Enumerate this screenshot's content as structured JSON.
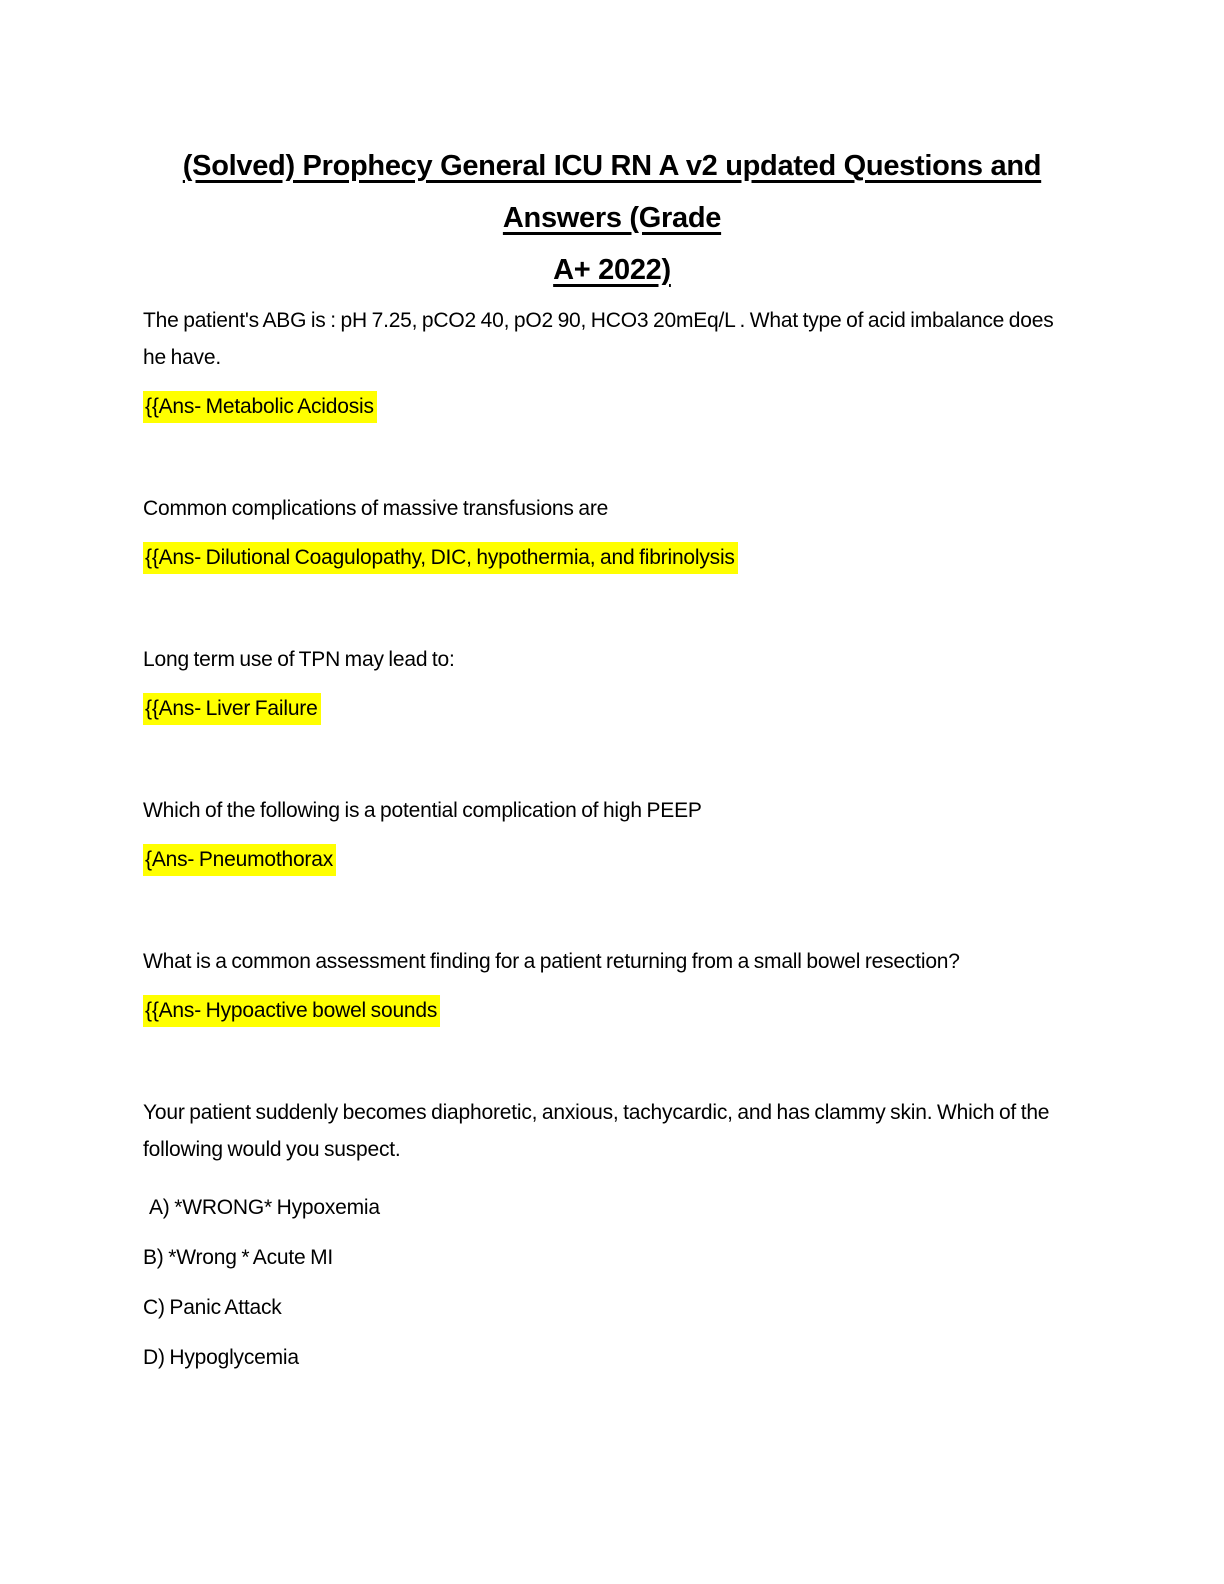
{
  "title_lines": [
    "(Solved) Prophecy General ICU RN A v2 updated Questions and Answers (Grade",
    "A+ 2022)"
  ],
  "colors": {
    "highlight": "#FFFF00",
    "text": "#000000",
    "background": "#FFFFFF"
  },
  "qa": [
    {
      "question": "The patient's ABG is : pH 7.25, pCO2 40, pO2 90, HCO3 20mEq/L . What type of acid imbalance does he have.",
      "answer": "{{Ans- Metabolic Acidosis"
    },
    {
      "question": "Common complications of massive transfusions are",
      "answer": "{{Ans- Dilutional Coagulopathy, DIC, hypothermia, and fibrinolysis"
    },
    {
      "question": "Long term use of TPN may lead to:",
      "answer": "{{Ans- Liver Failure"
    },
    {
      "question": "Which of the following is a potential complication of high PEEP",
      "answer": "{Ans- Pneumothorax"
    },
    {
      "question": "What is a common assessment finding for a patient returning from a small bowel resection?",
      "answer": "{{Ans- Hypoactive bowel sounds"
    },
    {
      "question": "Your patient suddenly becomes diaphoretic, anxious, tachycardic, and has clammy skin. Which of the following would you suspect.",
      "options": [
        "A) *WRONG* Hypoxemia",
        "B) *Wrong * Acute MI",
        "C) Panic Attack",
        "D) Hypoglycemia"
      ]
    }
  ]
}
